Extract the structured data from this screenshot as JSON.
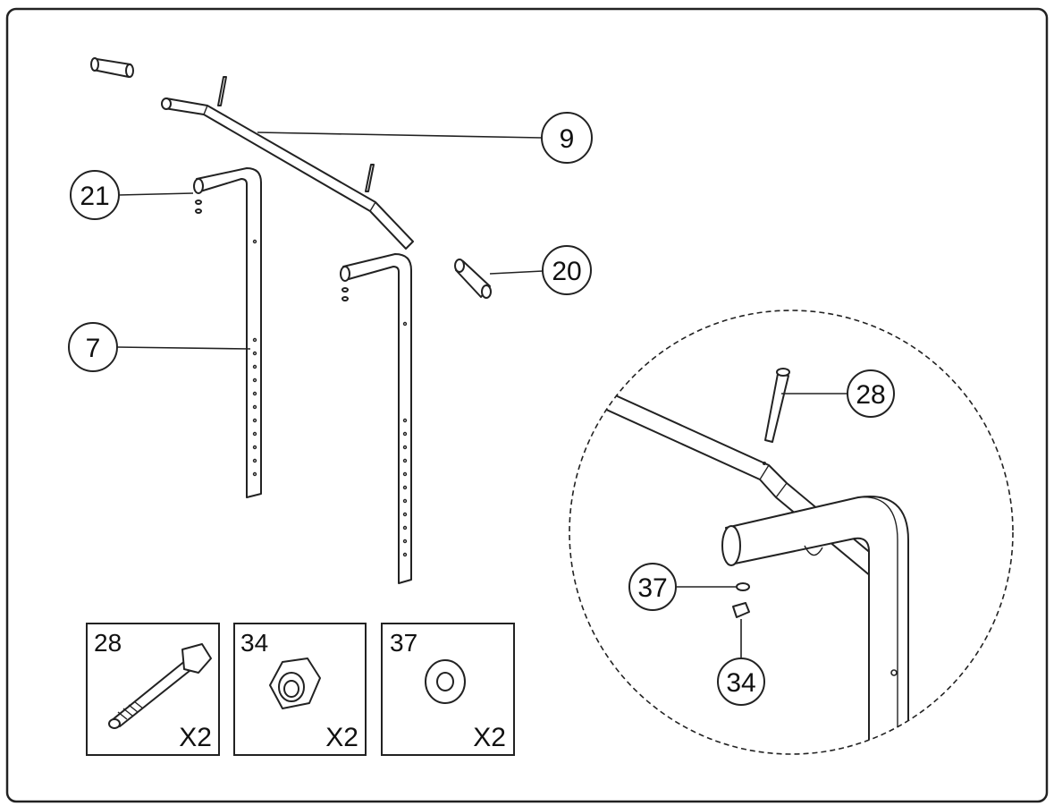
{
  "callouts": [
    {
      "id": "c9",
      "label": "9"
    },
    {
      "id": "c21",
      "label": "21"
    },
    {
      "id": "c20",
      "label": "20"
    },
    {
      "id": "c7",
      "label": "7"
    },
    {
      "id": "c28",
      "label": "28"
    },
    {
      "id": "c37",
      "label": "37"
    },
    {
      "id": "c34",
      "label": "34"
    }
  ],
  "hardware": [
    {
      "part": "28",
      "qty": "X2",
      "kind": "bolt"
    },
    {
      "part": "34",
      "qty": "X2",
      "kind": "nut"
    },
    {
      "part": "37",
      "qty": "X2",
      "kind": "washer"
    }
  ],
  "colors": {
    "line": "#222222",
    "background": "#ffffff"
  }
}
